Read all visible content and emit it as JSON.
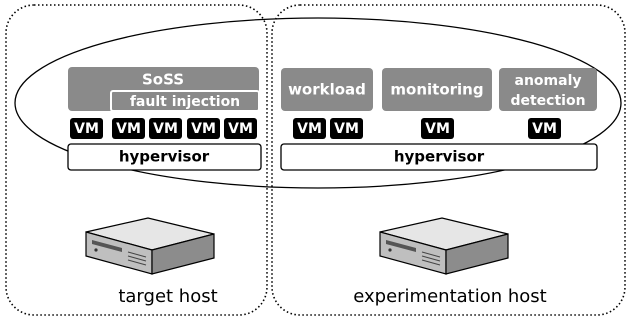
{
  "hosts": {
    "target": {
      "label": "target host"
    },
    "experimentation": {
      "label": "experimentation host"
    }
  },
  "components": {
    "soss": "SoSS",
    "fault_injection": "fault injection",
    "workload": "workload",
    "monitoring": "monitoring",
    "anomaly_detection_line1": "anomaly",
    "anomaly_detection_line2": "detection"
  },
  "vm_label": "VM",
  "hypervisor_label": "hypervisor",
  "colors": {
    "component_fill": "#8a8a8a",
    "vm_fill": "#000000",
    "text_on_dark": "#ffffff",
    "outline": "#000000",
    "background": "#ffffff"
  },
  "icons": {
    "server": "server-rack-icon"
  }
}
